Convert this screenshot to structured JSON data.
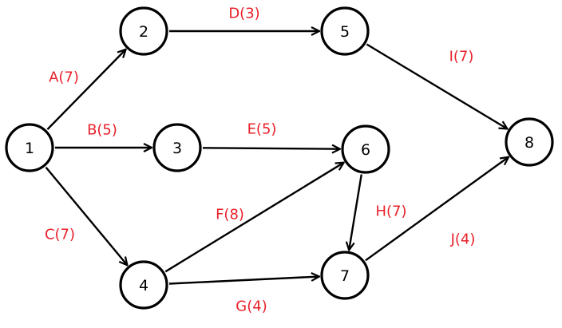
{
  "colors": {
    "node_stroke": "#000000",
    "edge": "#000000",
    "edge_label": "#e8202a"
  },
  "nodes": [
    {
      "id": "1",
      "label": "1"
    },
    {
      "id": "2",
      "label": "2"
    },
    {
      "id": "3",
      "label": "3"
    },
    {
      "id": "4",
      "label": "4"
    },
    {
      "id": "5",
      "label": "5"
    },
    {
      "id": "6",
      "label": "6"
    },
    {
      "id": "7",
      "label": "7"
    },
    {
      "id": "8",
      "label": "8"
    }
  ],
  "edges": [
    {
      "from": "1",
      "to": "2",
      "label": "A(7)"
    },
    {
      "from": "1",
      "to": "3",
      "label": "B(5)"
    },
    {
      "from": "1",
      "to": "4",
      "label": "C(7)"
    },
    {
      "from": "2",
      "to": "5",
      "label": "D(3)"
    },
    {
      "from": "3",
      "to": "6",
      "label": "E(5)"
    },
    {
      "from": "4",
      "to": "6",
      "label": "F(8)"
    },
    {
      "from": "4",
      "to": "7",
      "label": "G(4)"
    },
    {
      "from": "6",
      "to": "7",
      "label": "H(7)"
    },
    {
      "from": "5",
      "to": "8",
      "label": "I(7)"
    },
    {
      "from": "7",
      "to": "8",
      "label": "J(4)"
    }
  ]
}
